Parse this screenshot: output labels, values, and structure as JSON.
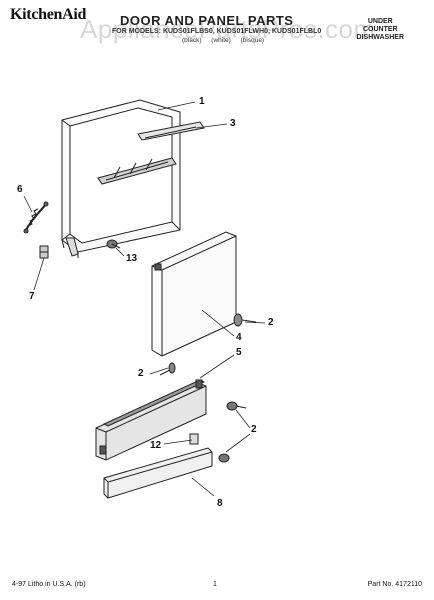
{
  "header": {
    "brand": "KitchenAid",
    "title": "DOOR AND PANEL PARTS",
    "models": "FOR MODELS: KUDS01FLBS0, KUDS01FLWH0, KUDS01FLBL0",
    "colors": "(black) (white) (bisque)",
    "type_line1": "UNDER",
    "type_line2": "COUNTER",
    "type_line3": "DISHWASHER"
  },
  "watermark": "AppliancePartsPros.com",
  "callouts": {
    "c1": "1",
    "c3": "3",
    "c6": "6",
    "c13": "13",
    "c7": "7",
    "c2a": "2",
    "c4": "4",
    "c5": "5",
    "c2b": "2",
    "c12": "12",
    "c2c": "2",
    "c8": "8"
  },
  "footer": {
    "left": "4-97 Litho in U.S.A. (rb)",
    "center": "1",
    "right": "Part No. 4172110"
  }
}
